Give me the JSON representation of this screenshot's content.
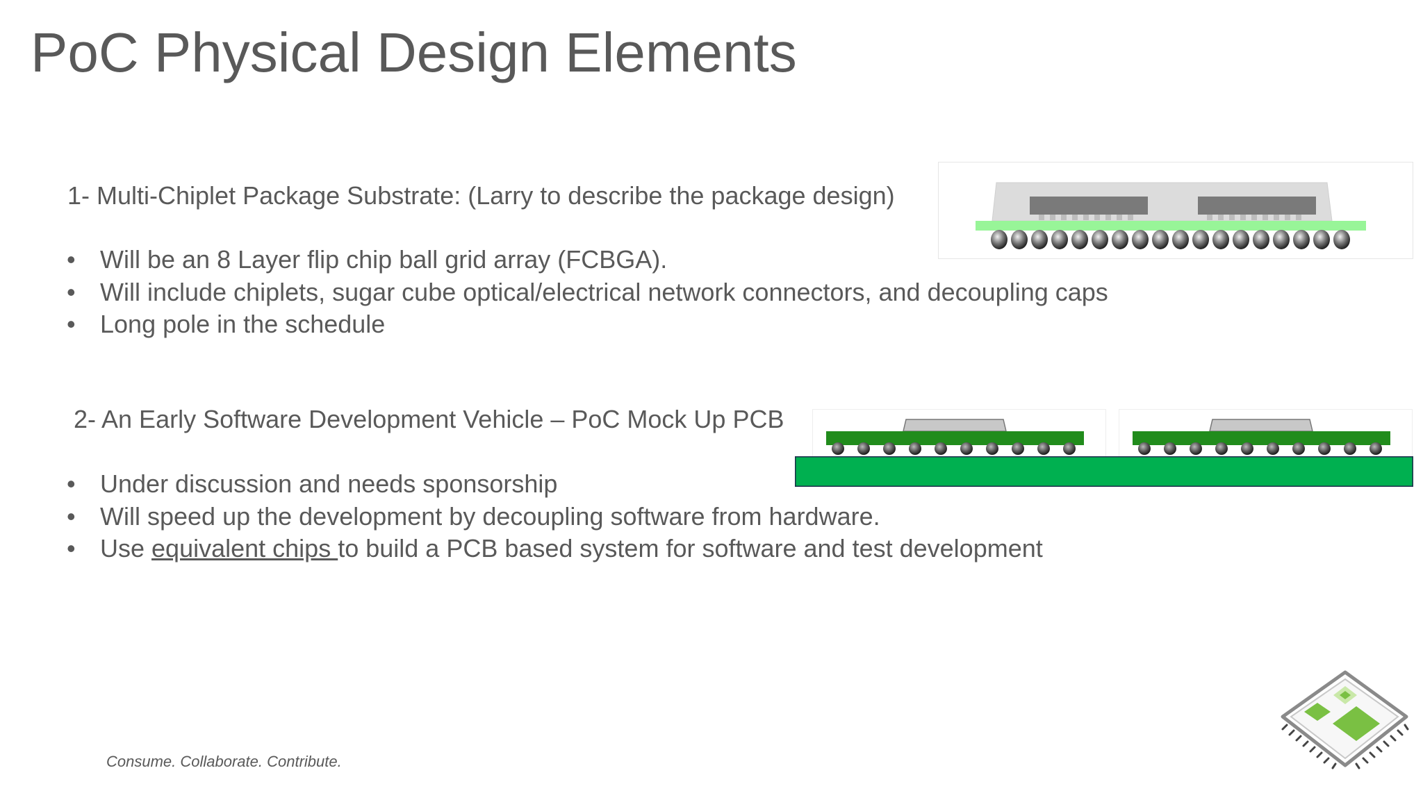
{
  "slide": {
    "title": "PoC Physical Design Elements",
    "section1": {
      "heading": "1- Multi-Chiplet Package Substrate: (Larry to describe the package design)",
      "bullets": [
        "Will be an 8 Layer flip chip ball grid array (FCBGA).",
        "Will include chiplets, sugar cube optical/electrical network connectors, and decoupling caps",
        "Long pole in the schedule"
      ]
    },
    "section2": {
      "heading": "2- An Early Software Development Vehicle – PoC Mock Up PCB",
      "bullets": [
        "Under discussion and needs sponsorship",
        "Will speed up the development by decoupling software from hardware."
      ],
      "bullet3": {
        "before": "Use ",
        "link": "equivalent chips ",
        "after": "to build a PCB based system for software and test development"
      }
    },
    "footer": "Consume. Collaborate. Contribute."
  },
  "colors": {
    "text": "#595959",
    "substrate_green": "#98f598",
    "pcb_green": "#00b050",
    "package_green": "#218c1c",
    "logo_green": "#7ac043"
  },
  "icons": {
    "package_diagram": "fcbga-package-cross-section",
    "pcb_diagram": "mock-up-pcb-cross-section",
    "logo": "chip-logo-icon"
  }
}
